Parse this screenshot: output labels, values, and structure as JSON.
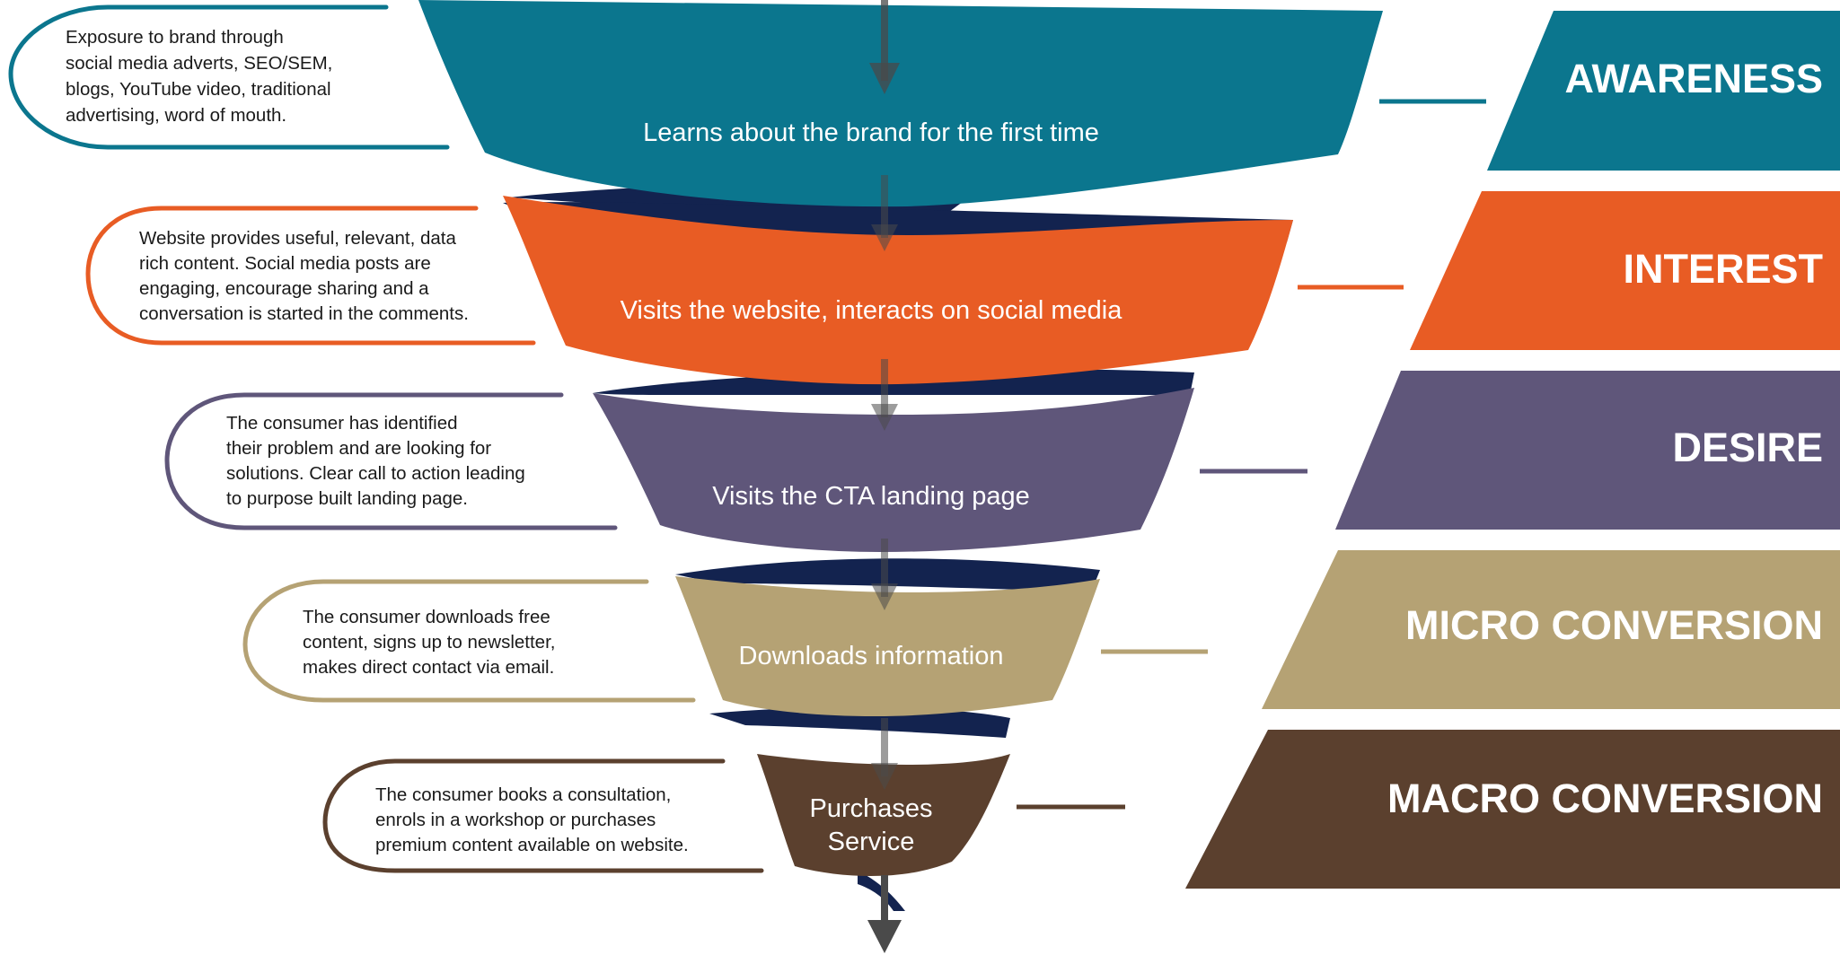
{
  "stages": [
    {
      "key": "awareness",
      "label": "AWARENESS",
      "funnel_text": [
        "Learns about the brand for the first time"
      ],
      "description": [
        "Exposure to brand through",
        "social media adverts, SEO/SEM,",
        "blogs, YouTube video, traditional",
        "advertising, word of mouth."
      ],
      "color": "#0b768e"
    },
    {
      "key": "interest",
      "label": "INTEREST",
      "funnel_text": [
        "Visits the website, interacts on social media"
      ],
      "description": [
        "Website provides useful, relevant, data",
        "rich content.  Social media posts are",
        "engaging, encourage sharing and a",
        "conversation is started in the comments."
      ],
      "color": "#e85c24"
    },
    {
      "key": "desire",
      "label": "DESIRE",
      "funnel_text": [
        "Visits the CTA landing page"
      ],
      "description": [
        "The consumer has identified",
        "their problem and are looking for",
        "solutions.  Clear call to action leading",
        "to purpose built landing page."
      ],
      "color": "#5f567a"
    },
    {
      "key": "micro",
      "label": "MICRO CONVERSION",
      "funnel_text": [
        "Downloads information"
      ],
      "description": [
        "The consumer downloads free",
        "content, signs up to newsletter,",
        "makes direct contact via email."
      ],
      "color": "#b5a274"
    },
    {
      "key": "macro",
      "label": "MACRO CONVERSION",
      "funnel_text": [
        "Purchases",
        "Service"
      ],
      "description": [
        "The consumer books a consultation,",
        "enrols in a workshop or purchases",
        "premium content available on website."
      ],
      "color": "#5b402e"
    }
  ],
  "colors": {
    "ribbon_back": "#13234f",
    "arrow": "#4a4a4a"
  }
}
